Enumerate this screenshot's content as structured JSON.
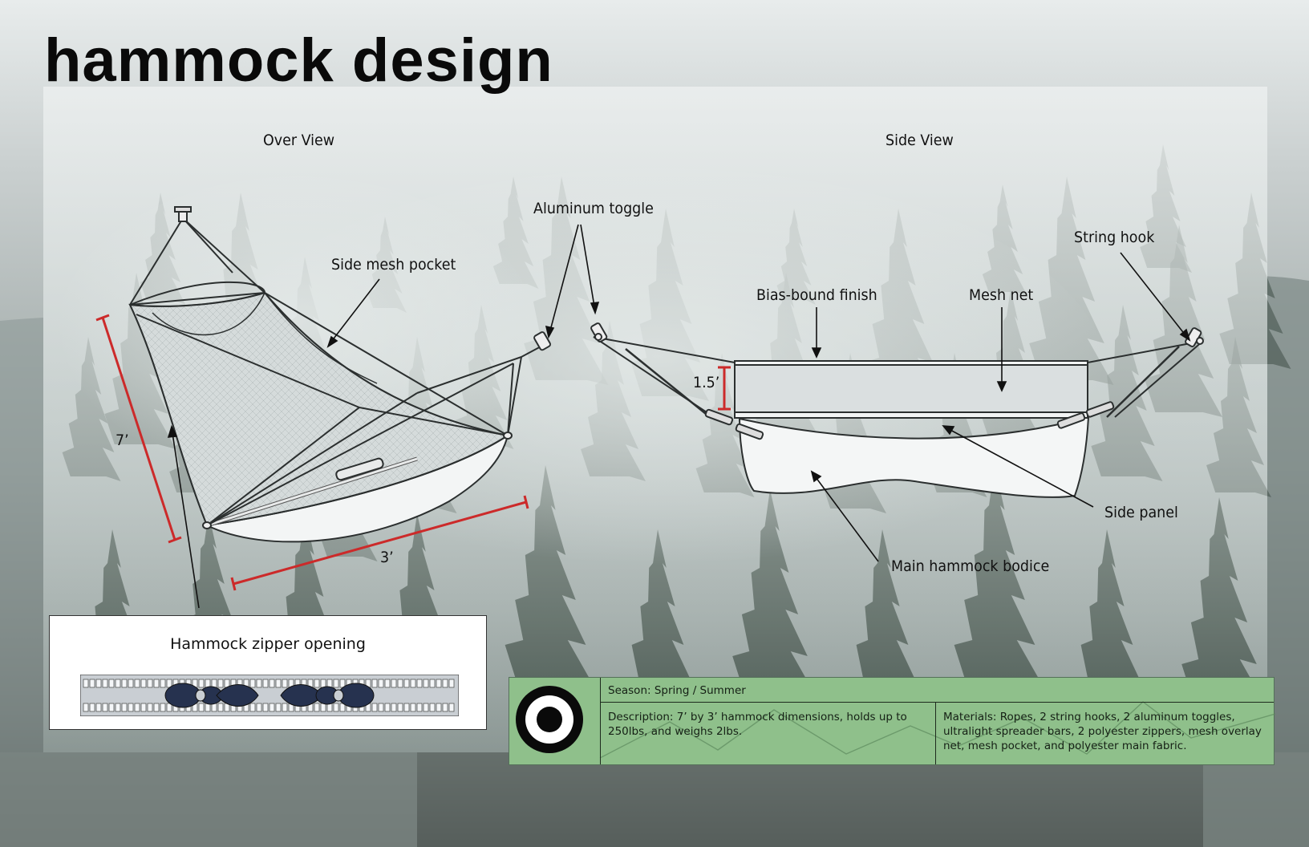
{
  "title": "hammock design",
  "views": {
    "over": "Over View",
    "side": "Side View"
  },
  "callouts": {
    "aluminum_toggle": "Aluminum toggle",
    "side_mesh_pocket": "Side mesh pocket",
    "bias_bound_finish": "Bias-bound finish",
    "mesh_net": "Mesh net",
    "string_hook": "String hook",
    "side_panel": "Side panel",
    "main_bodice": "Main hammock bodice"
  },
  "dimensions": {
    "length": "7’",
    "width": "3’",
    "height": "1.5’"
  },
  "zipper_box": {
    "title": "Hammock zipper opening"
  },
  "info": {
    "season": "Season: Spring / Summer",
    "description": "Description: 7’ by 3’ hammock dimensions, holds up to 250lbs, and weighs 2lbs.",
    "materials": "Materials: Ropes, 2 string hooks, 2 aluminum toggles, ultralight spreader bars, 2 polyester zippers, mesh overlay net, mesh pocket, and polyester main fabric."
  },
  "colors": {
    "dimension_red": "#cc2a2a",
    "info_green": "#8fc08b",
    "zipper_pull_navy": "#26324f",
    "forest_dark": "#3c4a43"
  },
  "icons": {
    "logo": "target-logo-icon"
  }
}
